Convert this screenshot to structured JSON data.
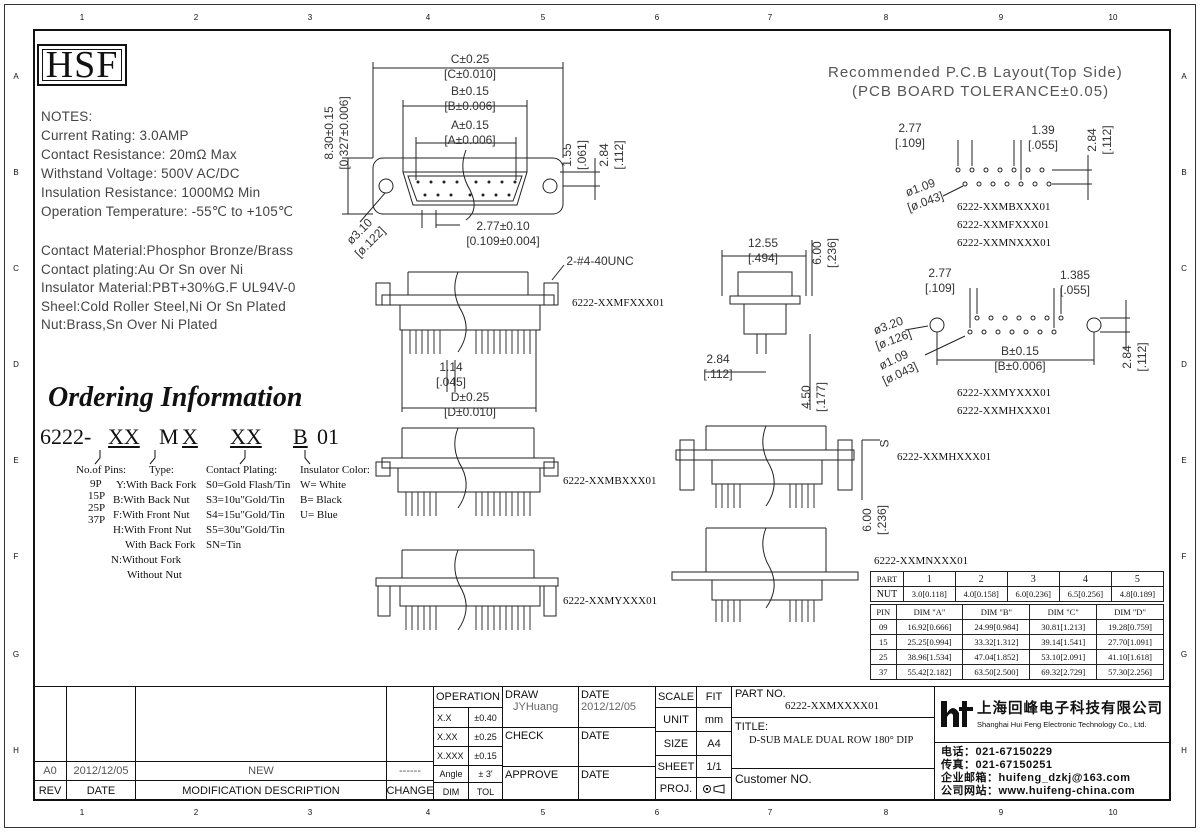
{
  "border": {
    "columns": [
      "1",
      "2",
      "3",
      "4",
      "5",
      "6",
      "7",
      "8",
      "9",
      "10"
    ],
    "rows": [
      "A",
      "B",
      "C",
      "D",
      "E",
      "F",
      "G",
      "H"
    ]
  },
  "logo": "HSF",
  "notes": {
    "heading": "NOTES:",
    "lines": [
      "Current Rating: 3.0AMP",
      "Contact Resistance: 20mΩ Max",
      "Withstand Voltage: 500V AC/DC",
      "Insulation Resistance: 1000MΩ Min",
      "Operation Temperature: -55℃ to +105℃"
    ],
    "materials": [
      "Contact Material:Phosphor Bronze/Brass",
      "Contact plating:Au Or Sn over Ni",
      "Insulator Material:PBT+30%G.F UL94V-0",
      "Sheel:Cold Roller Steel,Ni Or Sn Plated",
      "Nut:Brass,Sn Over Ni Plated"
    ]
  },
  "ordering": {
    "title": "Ordering Information",
    "code": {
      "prefix": "6222-",
      "p1": "XX",
      "p2": "M",
      "p3": "X",
      "p4": "XX",
      "p5": "B",
      "p6": "01"
    },
    "pins_title": "No.of Pins:",
    "pins": [
      "9P",
      "15P",
      "25P",
      "37P"
    ],
    "type_title": "Type:",
    "types": [
      "Y:With Back Fork",
      "B:With Back Nut",
      "F:With Front Nut",
      "H:With Front Nut",
      "With Back Fork",
      "N:Without Fork",
      "Without Nut"
    ],
    "plating_title": "Contact Plating:",
    "platings": [
      "S0=Gold Flash/Tin",
      "S3=10u\"Gold/Tin",
      "S4=15u\"Gold/Tin",
      "S5=30u\"Gold/Tin",
      "SN=Tin"
    ],
    "color_title": "Insulator Color:",
    "colors": [
      "W= White",
      "B= Black",
      "U= Blue"
    ]
  },
  "dims": {
    "c": "C±0.25",
    "c_in": "[C±0.010]",
    "b": "B±0.15",
    "b_in": "[B±0.006]",
    "a": "A±0.15",
    "a_in": "[A±0.006]",
    "h": "8.30±0.15",
    "h_in": "[0.327±0.006]",
    "d155": "1.55",
    "d155_in": "[.061]",
    "d284": "2.84",
    "d284_in": "[.112]",
    "hole": "ø3.10",
    "hole_in": "[ø.122]",
    "pitch": "2.77±0.10",
    "pitch_in": "[0.109±0.004]",
    "screw": "2-#4-40UNC",
    "d114": "1.14",
    "d114_in": "[.045]",
    "d": "D±0.25",
    "d_in": "[D±0.010]",
    "s1255": "12.55",
    "s1255_in": "[.494]",
    "s600": "6.00",
    "s600_in": "[.236]",
    "s284": "2.84",
    "s284_in": "[.112]",
    "s450": "4.50",
    "s450_in": "[.177]",
    "s_mark": "S",
    "h600": "6.00",
    "h600_in": "[.236]"
  },
  "parts": {
    "f": "6222-XXMFXXX01",
    "b": "6222-XXMBXXX01",
    "y": "6222-XXMYXXX01",
    "h": "6222-XXMHXXX01",
    "n": "6222-XXMNXXX01"
  },
  "pcb": {
    "title1": "Recommended P.C.B Layout(Top Side)",
    "title2": "(PCB BOARD TOLERANCE±0.05)",
    "p277": "2.77",
    "p277_in": "[.109]",
    "p139": "1.39",
    "p139_in": "[.055]",
    "p284": "2.84",
    "p284_in": "[.112]",
    "p109": "ø1.09",
    "p109_in": "[ø.043]",
    "list1": [
      "6222-XXMBXXX01",
      "6222-XXMFXXX01",
      "6222-XXMNXXX01"
    ],
    "q277": "2.77",
    "q277_in": "[.109]",
    "q1385": "1.385",
    "q1385_in": "[.055]",
    "q320": "ø3.20",
    "q320_in": "[ø.126]",
    "q109": "ø1.09",
    "q109_in": "[ø.043]",
    "qb": "B±0.15",
    "qb_in": "[B±0.006]",
    "q284": "2.84",
    "q284_in": "[.112]",
    "list2": [
      "6222-XXMYXXX01",
      "6222-XXMHXXX01"
    ]
  },
  "nut_table": {
    "header": [
      "PART",
      "1",
      "2",
      "3",
      "4",
      "5"
    ],
    "row": [
      "NUT",
      "3.0[0.118]",
      "4.0[0.158]",
      "6.0[0.236]",
      "6.5[0.256]",
      "4.8[0.189]"
    ]
  },
  "dim_table": {
    "header": [
      "PIN",
      "DIM \"A\"",
      "DIM \"B\"",
      "DIM \"C\"",
      "DIM \"D\""
    ],
    "rows": [
      [
        "09",
        "16.92[0.666]",
        "24.99[0.984]",
        "30.81[1.213]",
        "19.28[0.759]"
      ],
      [
        "15",
        "25.25[0.994]",
        "33.32[1.312]",
        "39.14[1.541]",
        "27.70[1.091]"
      ],
      [
        "25",
        "38.96[1.534]",
        "47.04[1.852]",
        "53.10[2.091]",
        "41.10[1.618]"
      ],
      [
        "37",
        "55.42[2.182]",
        "63.50[2.500]",
        "69.32[2.729]",
        "57.30[2.256]"
      ]
    ]
  },
  "title_block": {
    "rev_row": [
      "A0",
      "2012/12/05",
      "NEW",
      "------"
    ],
    "rev_head": [
      "REV",
      "DATE",
      "MODIFICATION DESCRIPTION",
      "CHANGE"
    ],
    "operation": "OPERATION",
    "tol": [
      [
        "X.X",
        "±0.40"
      ],
      [
        "X.XX",
        "±0.25"
      ],
      [
        "X.XXX",
        "±0.15"
      ],
      [
        "Angle",
        "± 3'"
      ]
    ],
    "tol_head": [
      "DIM",
      "TOL"
    ],
    "draw": "DRAW",
    "drawer": "JYHuang",
    "check": "CHECK",
    "approve": "APPROVE",
    "date": "DATE",
    "date_val": "2012/12/05",
    "scale": "SCALE",
    "fit": "FIT",
    "unit": "UNIT",
    "mm": "mm",
    "size": "SIZE",
    "a4": "A4",
    "sheet": "SHEET",
    "sheet_val": "1/1",
    "proj": "PROJ.",
    "part_no_label": "PART NO.",
    "part_no": "6222-XXMXXXX01",
    "title_label": "TITLE:",
    "title": "D-SUB MALE DUAL ROW 180° DIP",
    "customer": "Customer NO.",
    "company_cn": "上海回峰电子科技有限公司",
    "company_en": "Shanghai Hui Feng Electronic Technology Co., Ltd.",
    "tel": "电话：021-67150229",
    "fax": "传真：021-67150251",
    "email": "企业邮箱：huifeng_dzkj@163.com",
    "web": "公司网站：www.huifeng-china.com"
  }
}
